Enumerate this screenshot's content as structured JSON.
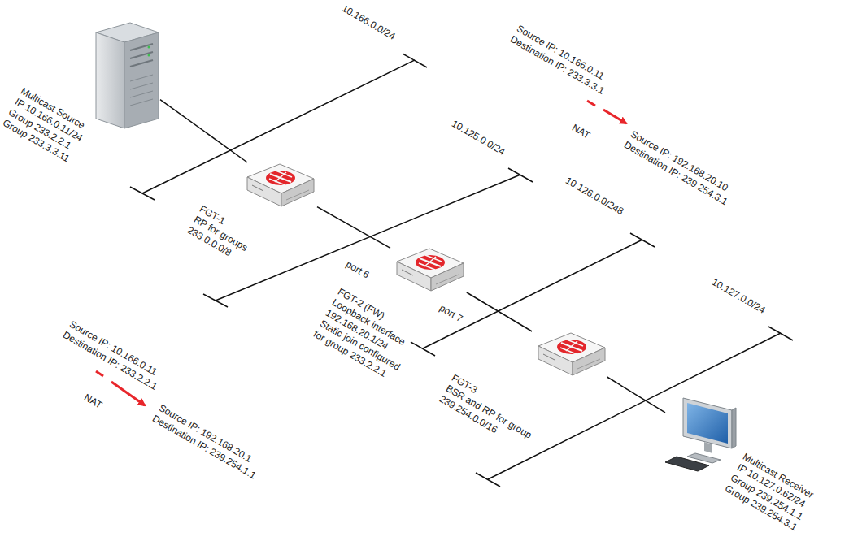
{
  "diagram": {
    "nodes": [
      {
        "text": [
          "Multicast Source",
          "IP 10.166.0.11/24",
          "Group 233.2.2.1",
          "Group 233.3.3.11"
        ]
      },
      {
        "text": [
          "FGT-1",
          "RP for groups",
          "233.0.0.0/8"
        ]
      },
      {
        "text": [
          "FGT-2 (FW)",
          "Loopback interface",
          "192.168.20.1/24",
          "Static join configured",
          "for group 233.2.2.1"
        ]
      },
      {
        "text": [
          "FGT-3",
          "BSR and RP for group",
          "239.254.0.0/16"
        ]
      },
      {
        "text": [
          "Multicast Receiver",
          "IP 10.127.0.62/24",
          "Group 239.254.1.1",
          "Group 239.254.3.1"
        ]
      }
    ],
    "edges": [
      {
        "from": 0,
        "to": 1,
        "arrow": "none"
      },
      {
        "from": 1,
        "to": 2,
        "arrow": "none"
      },
      {
        "from": 2,
        "to": 3,
        "arrow": "none"
      },
      {
        "from": 3,
        "to": 4,
        "arrow": "none"
      }
    ],
    "labels": [
      "10.166.0.0/24",
      "Source IP: 10.166.0.11",
      "Destination IP: 233.3.3.1",
      "NAT",
      "Source IP: 192.168.20.10",
      "Destination IP: 239.254.3.1",
      "10.125.0.0/24",
      "10.126.0.0/248",
      "port 6",
      "port 7",
      "10.127.0.0/24",
      "Source IP: 10.166.0.11",
      "Destination IP: 233.2.2.1",
      "NAT",
      "Source IP: 192.168.20.1",
      "Destination IP: 239.254.1.1"
    ]
  }
}
